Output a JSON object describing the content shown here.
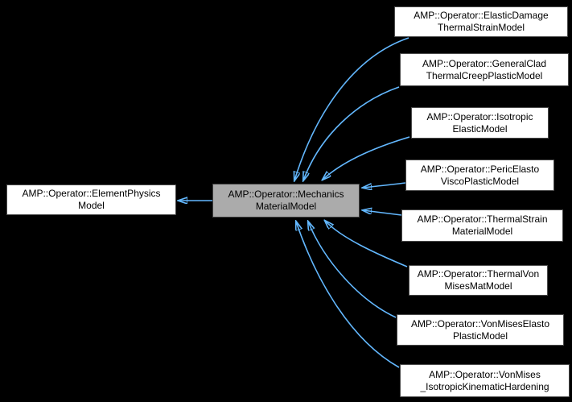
{
  "diagram": {
    "kind": "class-inheritance-graph",
    "colors": {
      "background": "#000000",
      "arrow": "#63B8FF",
      "node_fill": "#FFFFFF",
      "node_border": "#4A4A4A",
      "current_node_fill": "#ABABAB",
      "text": "#000000"
    }
  },
  "nodes": {
    "base": {
      "line1": "AMP::Operator::ElementPhysics",
      "line2": "Model"
    },
    "current": {
      "line1": "AMP::Operator::Mechanics",
      "line2": "MaterialModel"
    },
    "derived": [
      {
        "line1": "AMP::Operator::ElasticDamage",
        "line2": "ThermalStrainModel"
      },
      {
        "line1": "AMP::Operator::GeneralClad",
        "line2": "ThermalCreepPlasticModel"
      },
      {
        "line1": "AMP::Operator::Isotropic",
        "line2": "ElasticModel"
      },
      {
        "line1": "AMP::Operator::PericElasto",
        "line2": "ViscoPlasticModel"
      },
      {
        "line1": "AMP::Operator::ThermalStrain",
        "line2": "MaterialModel"
      },
      {
        "line1": "AMP::Operator::ThermalVon",
        "line2": "MisesMatModel"
      },
      {
        "line1": "AMP::Operator::VonMisesElasto",
        "line2": "PlasticModel"
      },
      {
        "line1": "AMP::Operator::VonMises",
        "line2": "_IsotropicKinematicHardening"
      }
    ]
  }
}
